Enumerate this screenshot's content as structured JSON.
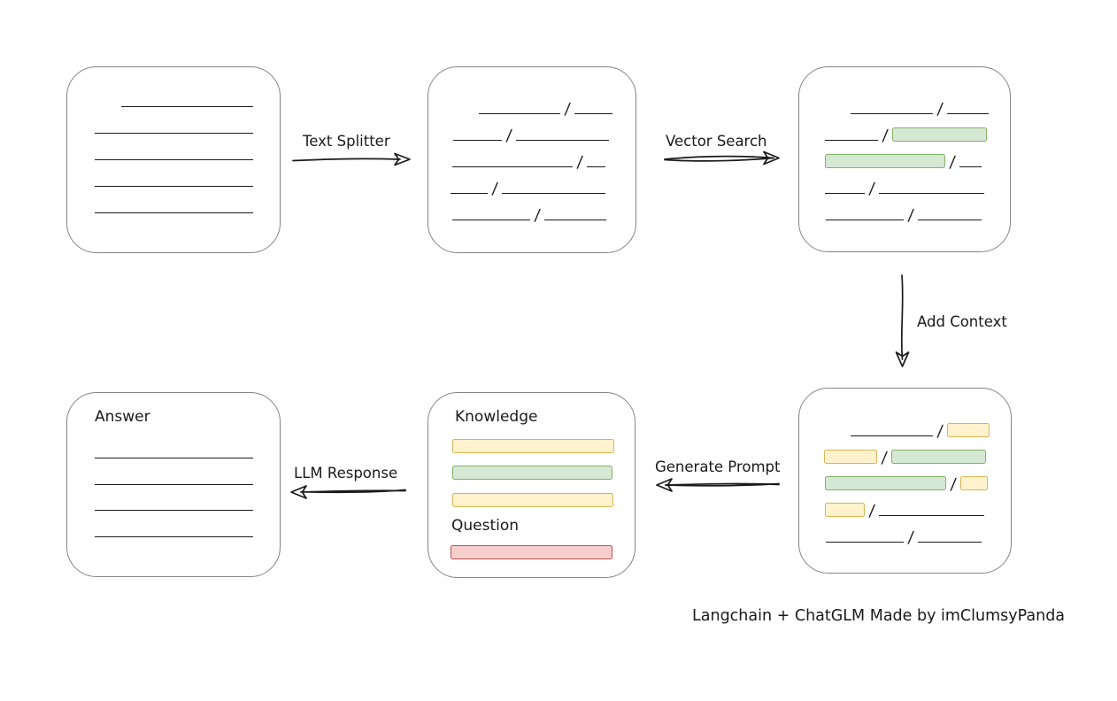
{
  "caption": "Langchain + ChatGLM Made by imClumsyPanda",
  "glyphs": {
    "slash": "/"
  },
  "node_labels": {
    "knowledge": "Knowledge",
    "question": "Question",
    "answer": "Answer"
  },
  "edges": [
    {
      "id": "text-splitter",
      "label": "Text Splitter",
      "from": "source-document",
      "to": "split-chunks",
      "direction": "right"
    },
    {
      "id": "vector-search",
      "label": "Vector Search",
      "from": "split-chunks",
      "to": "matched-chunks",
      "direction": "right"
    },
    {
      "id": "add-context",
      "label": "Add Context",
      "from": "matched-chunks",
      "to": "context-chunks",
      "direction": "down"
    },
    {
      "id": "generate-prompt",
      "label": "Generate Prompt",
      "from": "context-chunks",
      "to": "prompt",
      "direction": "left"
    },
    {
      "id": "llm-response",
      "label": "LLM Response",
      "from": "prompt",
      "to": "answer",
      "direction": "left"
    }
  ],
  "colors": {
    "ink": "#1a1a1a",
    "box_border": "#848484",
    "background": "#ffffff",
    "green": {
      "fill": "#d5e8d4",
      "stroke": "#82b366"
    },
    "yellow": {
      "fill": "#fff2cc",
      "stroke": "#d6b656"
    },
    "red": {
      "fill": "#f8cecc",
      "stroke": "#b85450"
    }
  }
}
